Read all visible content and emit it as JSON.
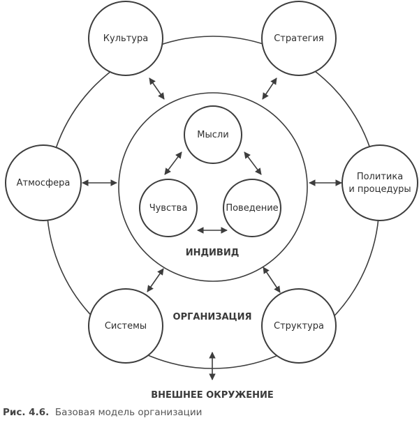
{
  "diagram": {
    "outer_nodes": {
      "culture": "Культура",
      "strategy": "Стратегия",
      "atmosphere": "Атмосфера",
      "policy_line1": "Политика",
      "policy_line2": "и процедуры",
      "systems": "Системы",
      "structure": "Структура"
    },
    "inner_nodes": {
      "thoughts": "Мысли",
      "feelings": "Чувства",
      "behavior": "Поведение"
    },
    "regions": {
      "individual": "ИНДИВИД",
      "organization": "ОРГАНИЗАЦИЯ",
      "environment": "ВНЕШНЕЕ ОКРУЖЕНИЕ"
    },
    "colors": {
      "stroke": "#3d3d3d",
      "text": "#2e2e2e",
      "caption": "#555555"
    }
  },
  "caption": {
    "figure_number": "Рис. 4.6.",
    "text": "Базовая модель организации"
  }
}
